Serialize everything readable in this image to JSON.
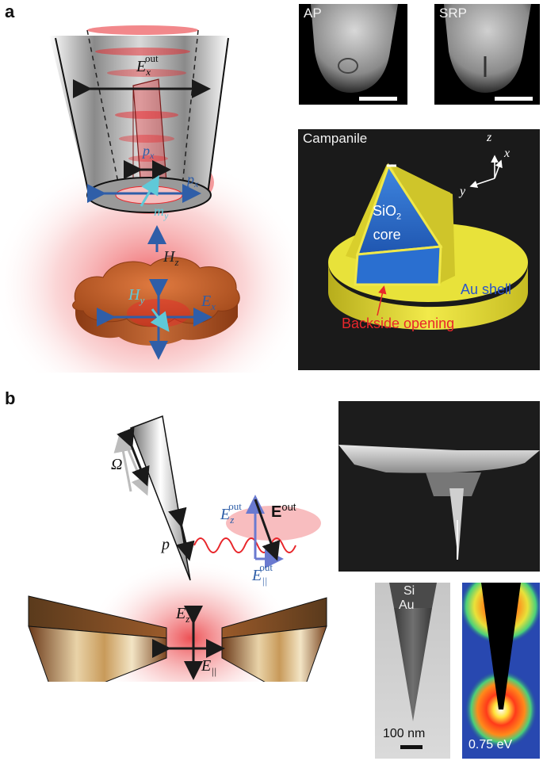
{
  "panel_a": {
    "letter": "a",
    "sem_left_label": "AP",
    "sem_right_label": "SRP",
    "campanile": {
      "title": "Campanile",
      "core_line1": "SiO",
      "core_sub": "2",
      "core_line2": "core",
      "shell_label": "Au shell",
      "opening_label": "Backside opening",
      "axis_z": "z",
      "axis_x": "x",
      "axis_y": "y"
    },
    "labels": {
      "ex_out": "E",
      "ex_out_sub": "x",
      "ex_out_sup": "out",
      "px": "p",
      "px_sub": "x",
      "px2": "p",
      "px2_sub": "x",
      "mz": "m",
      "mz_sub": "y",
      "hz": "H",
      "hz_sub": "z",
      "hy": "H",
      "hy_sub": "y",
      "ex": "E",
      "ex_sub": "x"
    }
  },
  "panel_b": {
    "letter": "b",
    "labels": {
      "omega": "Ω",
      "p": "p",
      "ez_out": "E",
      "ez_out_sub": "z",
      "ez_out_sup": "out",
      "e_out": "E",
      "e_out_sup": "out",
      "epar_out": "E",
      "epar_out_sub": "||",
      "epar_out_sup": "out",
      "ez": "E",
      "ez_sub": "z",
      "epar": "E",
      "epar_sub": "||"
    },
    "tem": {
      "si_label": "Si",
      "au_label": "Au",
      "scale_label": "100 nm"
    },
    "eels": {
      "energy_label": "0.75 eV"
    }
  },
  "colors": {
    "field_red": "#e8262b",
    "arrow_blue": "#2f5ea8",
    "arrow_cyan": "#5fc9d8",
    "gold": "#e8e23a",
    "core_blue": "#2a6fd0",
    "label_red": "#e8262b",
    "copper": "#c0602a"
  }
}
